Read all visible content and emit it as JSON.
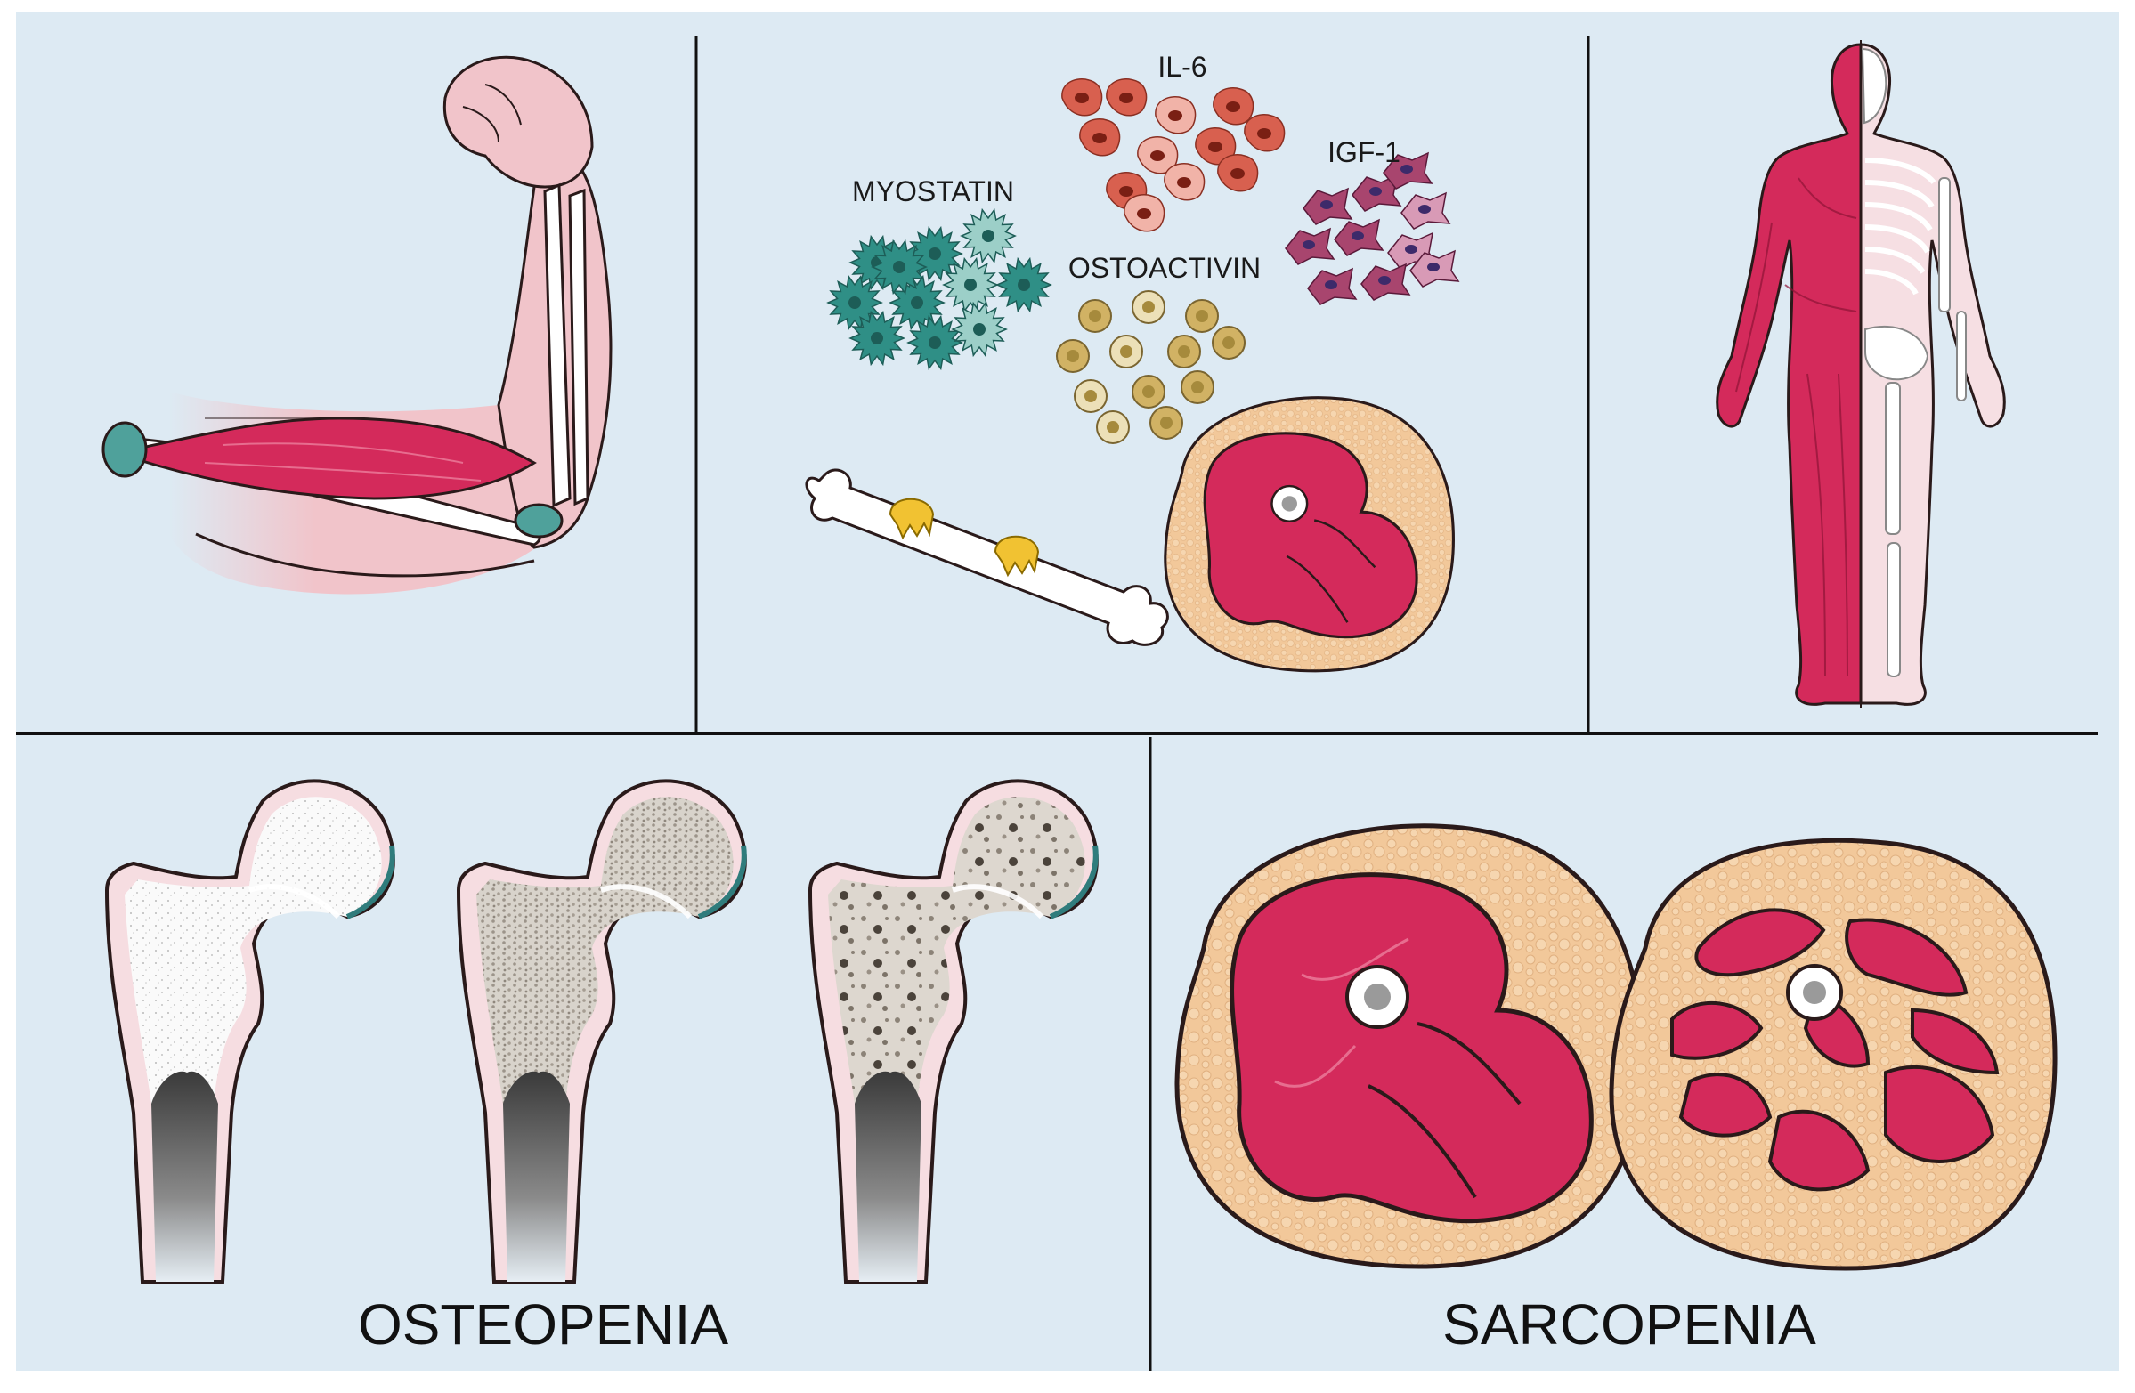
{
  "factors": {
    "il6": "IL-6",
    "myostatin": "MYOSTATIN",
    "igf1": "IGF-1",
    "osteoactivin": "OSTOACTIVIN"
  },
  "captions": {
    "left": "OSTEOPENIA",
    "right": "SARCOPENIA"
  },
  "colors": {
    "panel_bg": "#ddeaf3",
    "muscle": "#d42a5b",
    "skin": "#f1c4ca",
    "fat": "#f2c89a",
    "bone": "#ffffff",
    "marrow": "#9a9a9a",
    "myostatin_cell": "#2f8f86",
    "il6_cell": "#d8604f",
    "igf1_cell": "#a8456e",
    "osteoactivin_cell": "#d1b264",
    "osteoclast": "#f1c232"
  },
  "icons": [
    "flexed-arm",
    "myostatin-cells",
    "il6-cells",
    "igf1-cells",
    "osteoactivin-cells",
    "bone-with-osteoclasts",
    "thigh-cross-section",
    "human-body-muscle-skeleton",
    "femur-head-normal",
    "femur-head-osteopenia",
    "femur-head-osteoporosis",
    "thigh-cross-section-normal",
    "thigh-cross-section-sarcopenia"
  ]
}
